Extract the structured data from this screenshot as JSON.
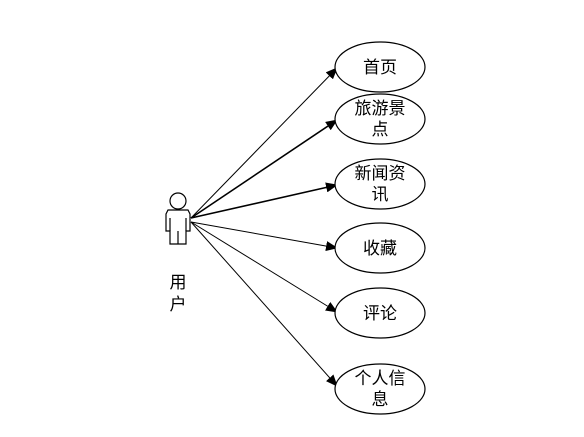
{
  "diagram": {
    "actor": {
      "label_lines": [
        "用",
        "户"
      ],
      "icon": "person-icon"
    },
    "use_cases": [
      {
        "id": "home",
        "label_lines": [
          "首页"
        ]
      },
      {
        "id": "scenic",
        "label_lines": [
          "旅游景",
          "点"
        ]
      },
      {
        "id": "news",
        "label_lines": [
          "新闻资",
          "讯"
        ]
      },
      {
        "id": "favorites",
        "label_lines": [
          "收藏"
        ]
      },
      {
        "id": "comments",
        "label_lines": [
          "评论"
        ]
      },
      {
        "id": "profile",
        "label_lines": [
          "个人信",
          "息"
        ]
      }
    ],
    "colors": {
      "stroke": "#000000",
      "background": "#ffffff"
    }
  }
}
